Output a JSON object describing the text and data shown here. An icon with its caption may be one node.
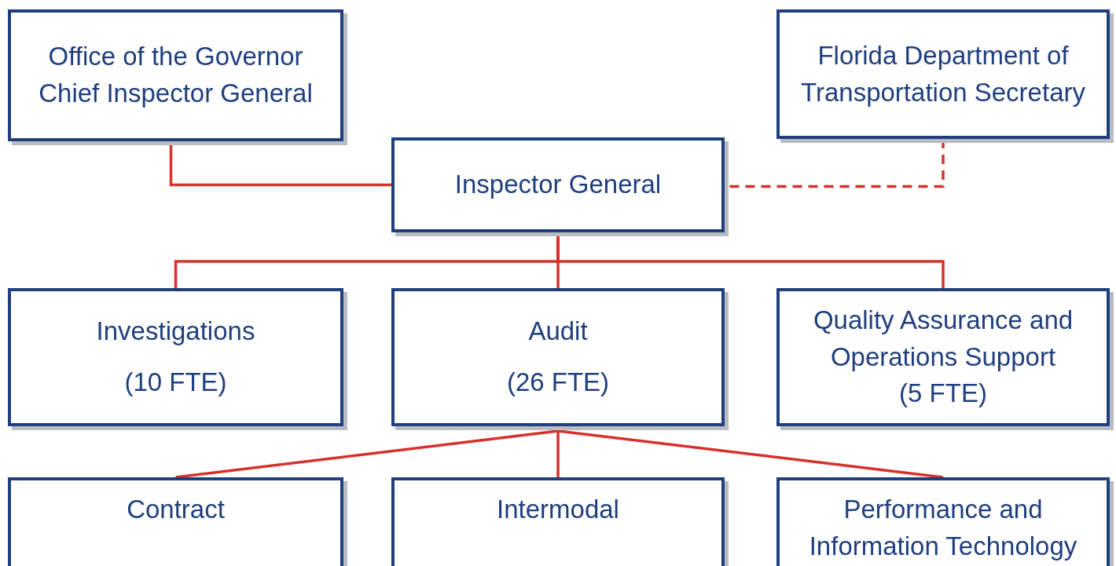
{
  "diagram": {
    "nodes": [
      {
        "text": [
          "Office of the Governor Chief Inspector General"
        ]
      },
      {
        "text": [
          "Florida Department of Transportation Secretary"
        ]
      },
      {
        "text": [
          "Inspector General"
        ]
      },
      {
        "text": [
          "Investigations",
          "(10 FTE)"
        ]
      },
      {
        "text": [
          "Audit",
          "(26 FTE)"
        ]
      },
      {
        "text": [
          "Quality Assurance and Operations Support",
          "(5 FTE)"
        ]
      },
      {
        "text": [
          "Contract"
        ]
      },
      {
        "text": [
          "Intermodal"
        ]
      },
      {
        "text": [
          "Performance and Information Technology"
        ]
      }
    ],
    "edges": [
      {
        "from": 0,
        "to": 2,
        "arrow": "none"
      },
      {
        "from": 1,
        "to": 2,
        "arrow": "none",
        "style": "dashed"
      },
      {
        "from": 2,
        "to": 3,
        "arrow": "none"
      },
      {
        "from": 2,
        "to": 4,
        "arrow": "none"
      },
      {
        "from": 2,
        "to": 5,
        "arrow": "none"
      },
      {
        "from": 4,
        "to": 6,
        "arrow": "none"
      },
      {
        "from": 4,
        "to": 7,
        "arrow": "none"
      },
      {
        "from": 4,
        "to": 8,
        "arrow": "none"
      }
    ]
  }
}
